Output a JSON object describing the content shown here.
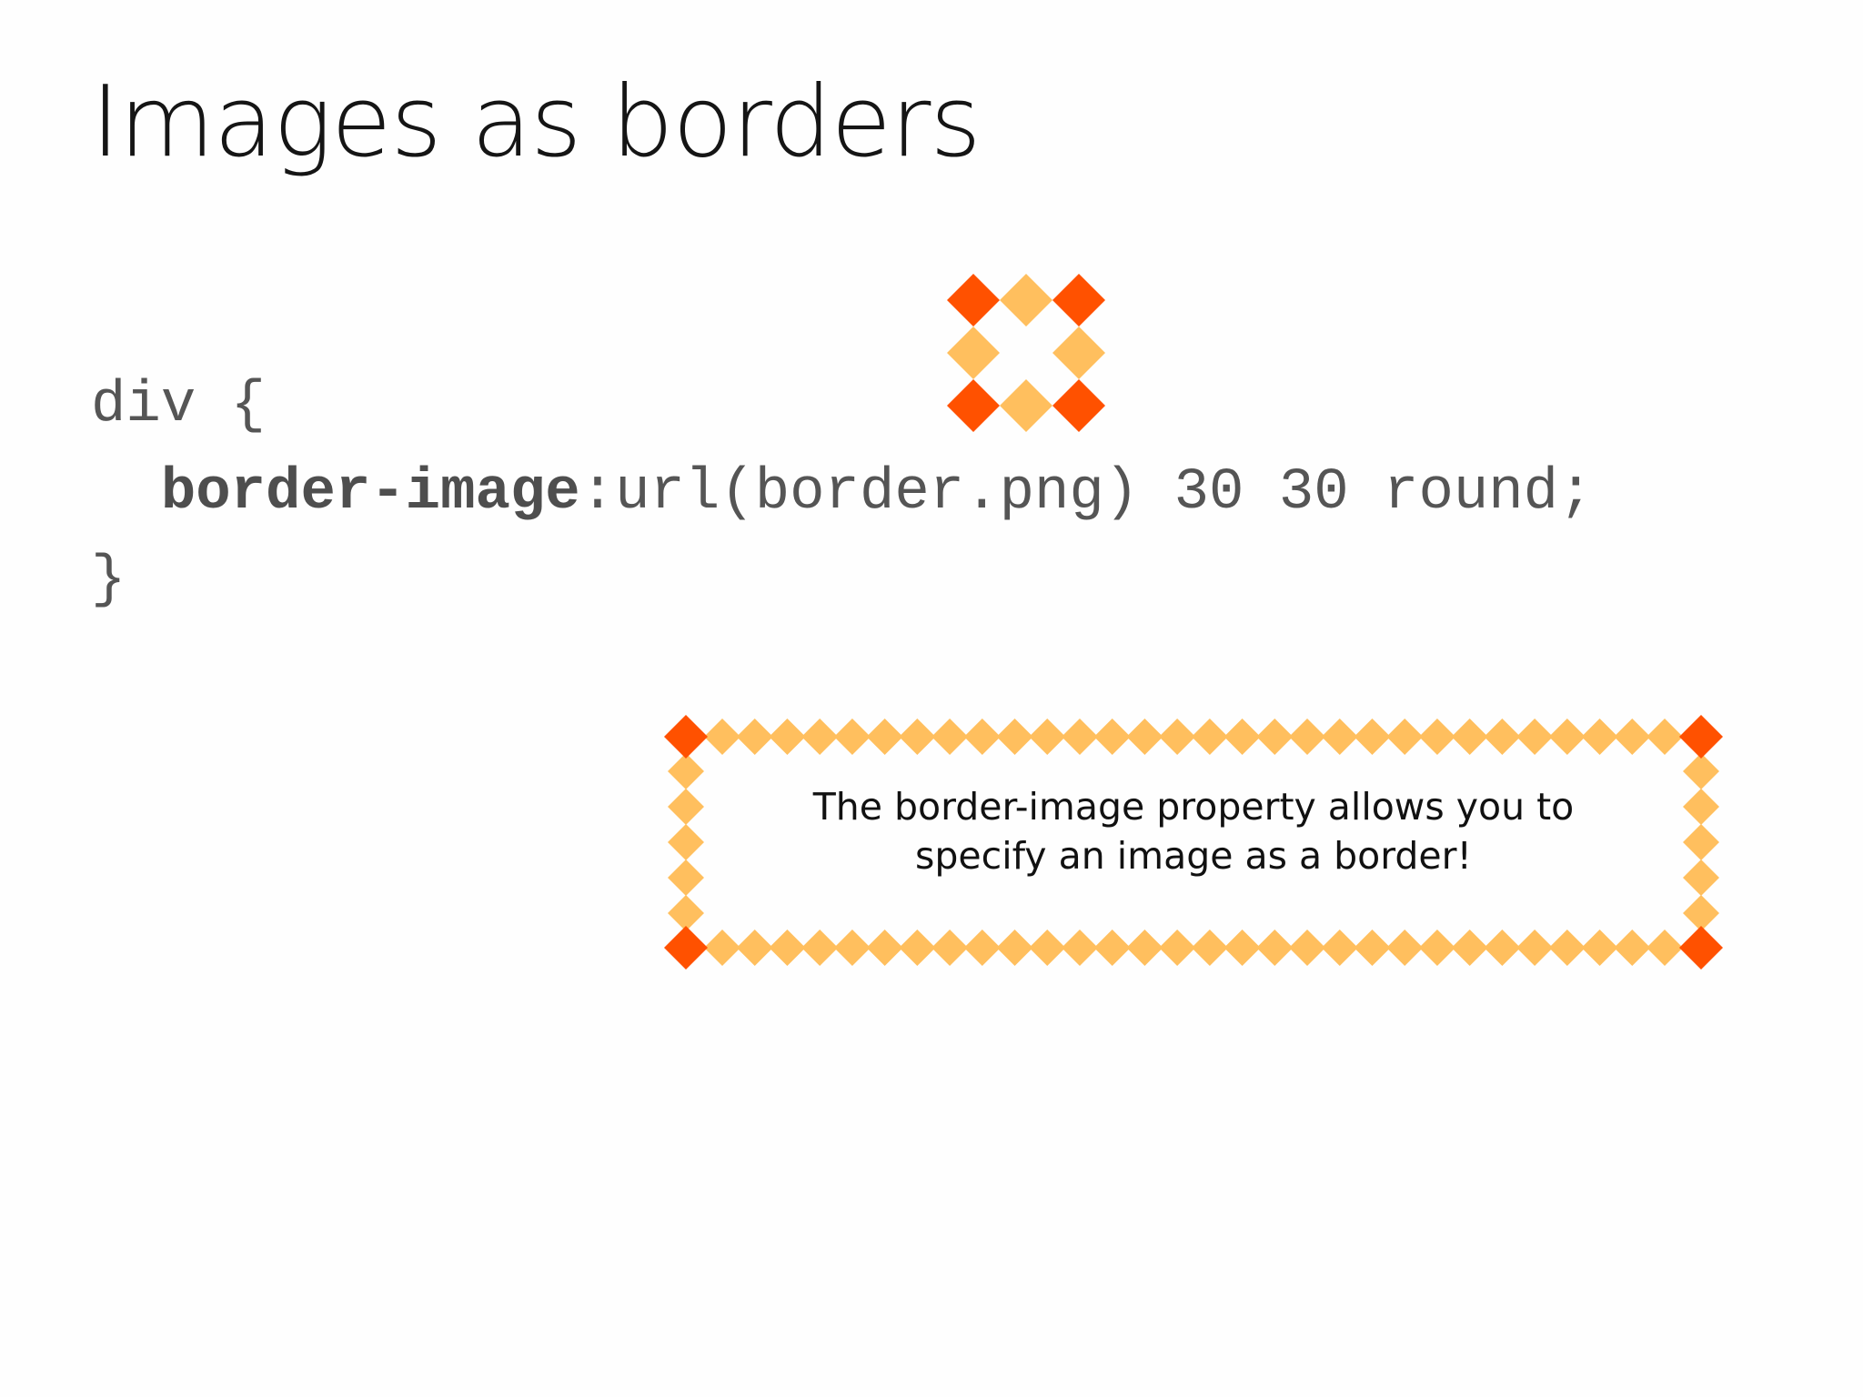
{
  "slide": {
    "title": "Images as borders"
  },
  "code": {
    "line1": "div {",
    "property": "border-image",
    "value": ":url(border.png) 30 30 round;",
    "line3": "}"
  },
  "border_tile": {
    "icon": "diamond-border-tile-icon",
    "colors": {
      "corner": "#ff5100",
      "edge": "#ffbf5e"
    }
  },
  "demo": {
    "text": "The border-image property allows you to\nspecify an image as a border!",
    "border_icon": "diamond-border-icon"
  }
}
